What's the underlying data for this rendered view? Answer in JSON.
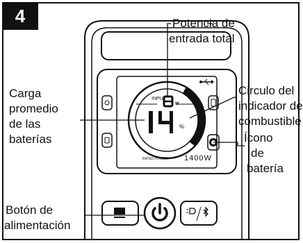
{
  "step_number": "4",
  "labels": {
    "total_input_power": [
      "Potencia de",
      "entrada total"
    ],
    "average_battery_charge": [
      "Carga",
      "promedio",
      "de las",
      "baterías"
    ],
    "fuel_gauge_circle": [
      "Circulo del",
      "indicador de",
      "combustible"
    ],
    "battery_icon": [
      "Ícono",
      "de",
      "batería"
    ],
    "power_button": [
      "Botón de",
      "alimentación"
    ]
  },
  "display": {
    "input_label": "INPUT",
    "input_value": "8",
    "input_unit": "W",
    "charge_value": "14",
    "charge_unit": "%",
    "rated_power_label": "RATED POWER",
    "rated_power_value": "1400W"
  },
  "icons": [
    "usb-icon",
    "power-icon",
    "light-bluetooth-icon",
    "outlet-icon",
    "battery-slot-icon"
  ]
}
